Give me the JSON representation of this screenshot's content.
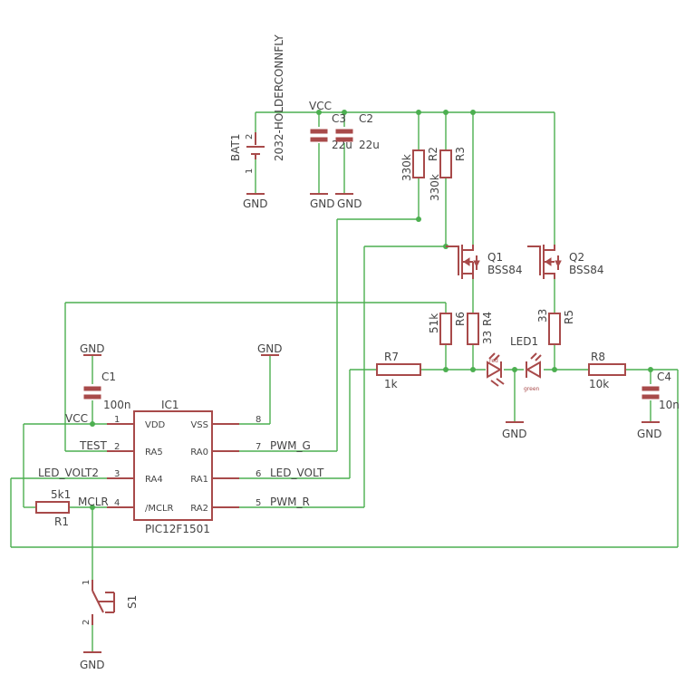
{
  "labels": {
    "bat_name": "BAT1",
    "bat_value": "2032-HOLDERCONNFLY",
    "bat_pin_top": "2",
    "bat_pin_bottom": "1",
    "gnd": "GND",
    "vcc": "VCC",
    "c3_name": "C3",
    "c3_value": "22u",
    "c2_name": "C2",
    "c2_value": "22u",
    "r2_name": "R2",
    "r2_value": "330k",
    "r3_name": "R3",
    "r3_value": "330k",
    "q1_name": "Q1",
    "q1_value": "BSS84",
    "q2_name": "Q2",
    "q2_value": "BSS84",
    "r6_name": "R6",
    "r6_value": "51k",
    "r4_name": "R4",
    "r4_value": "33",
    "r5_name": "R5",
    "r5_value": "33",
    "led1_name": "LED1",
    "led_red": "red",
    "led_green": "green",
    "r7_name": "R7",
    "r7_value": "1k",
    "r8_name": "R8",
    "r8_value": "10k",
    "c4_name": "C4",
    "c4_value": "10n",
    "c1_name": "C1",
    "c1_value": "100n",
    "ic1_name": "IC1",
    "ic1_value": "PIC12F1501",
    "ic_vdd": "VDD",
    "ic_ra5": "RA5",
    "ic_ra4": "RA4",
    "ic_mclr": "/MCLR",
    "ic_vss": "VSS",
    "ic_ra0": "RA0",
    "ic_ra1": "RA1",
    "ic_ra2": "RA2",
    "pin1": "1",
    "pin2": "2",
    "pin3": "3",
    "pin4": "4",
    "pin5": "5",
    "pin6": "6",
    "pin7": "7",
    "pin8": "8",
    "net_vcc": "VCC",
    "net_test": "TEST",
    "net_led_volt_left": "LED_VOLT2",
    "net_mclr": "MCLR",
    "net_pwm_g": "PWM_G",
    "net_led_volt": "LED_VOLT",
    "net_pwm_r": "PWM_R",
    "r1_name": "R1",
    "r1_value": "5k1",
    "s1_name": "S1",
    "s1_pin_top": "1",
    "s1_pin_bottom": "2"
  },
  "colors": {
    "wire": "#4caf50",
    "part": "#a84a4a",
    "text": "#444444",
    "background": "#ffffff"
  }
}
